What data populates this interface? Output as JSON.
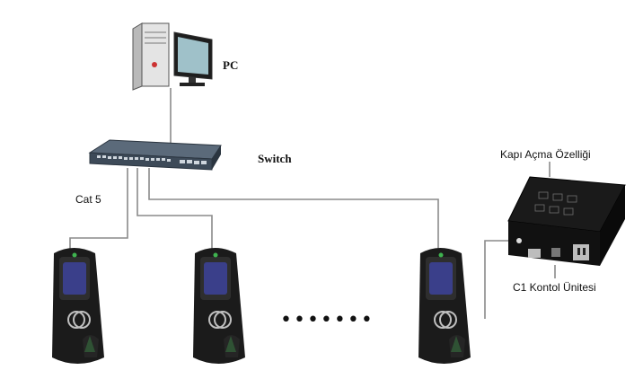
{
  "labels": {
    "pc": "PC",
    "switch": "Switch",
    "cable": "Cat 5",
    "door_feature": "Kapı Açma Özelliği",
    "controller": "C1 Kontol Ünitesi",
    "ellipsis": "•••••••"
  },
  "devices": {
    "pc": "pc-icon",
    "switch": "network-switch-icon",
    "terminal": "face-recognition-terminal-icon",
    "controller": "access-controller-box-icon"
  },
  "colors": {
    "line": "#8a8a8a",
    "device_body": "#1b1b1b",
    "screen": "#3a3f8a",
    "fingerprint_led": "#3fb34f",
    "switch_body": "#3d4a58"
  }
}
